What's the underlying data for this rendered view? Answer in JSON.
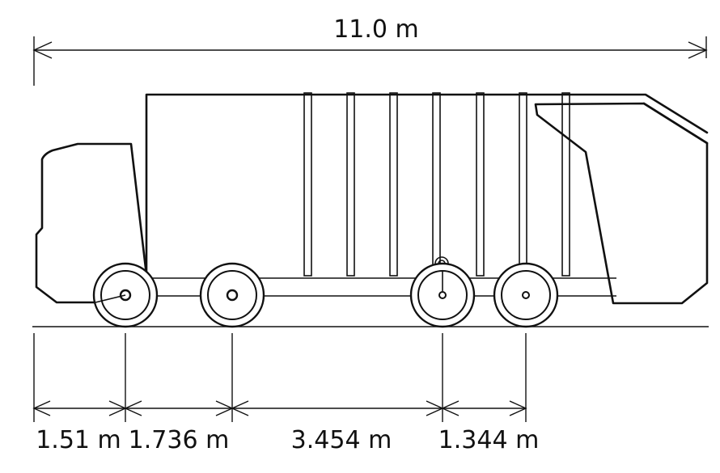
{
  "drawing": {
    "overall_length": "11.0 m",
    "segments": [
      {
        "label": "1.51 m"
      },
      {
        "label": "1.736 m"
      },
      {
        "label": "3.454 m"
      },
      {
        "label": "1.344 m"
      }
    ]
  },
  "colors": {
    "line": "#111111",
    "background": "#ffffff"
  }
}
